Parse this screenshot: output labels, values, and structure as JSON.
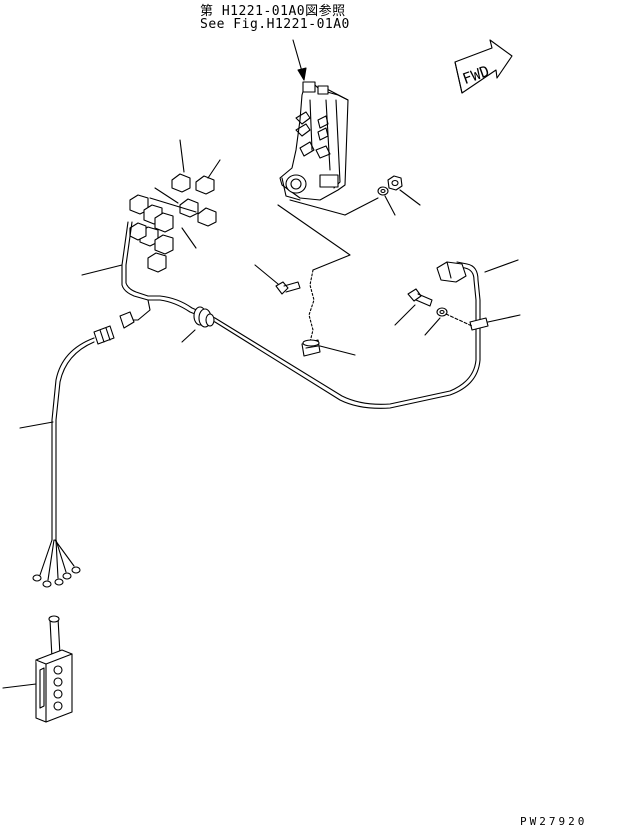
{
  "reference_note": {
    "line_jp": "第 H1221-01A0図参照",
    "line_en": "See Fig.H1221-01A0"
  },
  "fwd_label": "FWD",
  "drawing_code": "PW27920",
  "icons": [
    "fwd-arrow-icon"
  ]
}
